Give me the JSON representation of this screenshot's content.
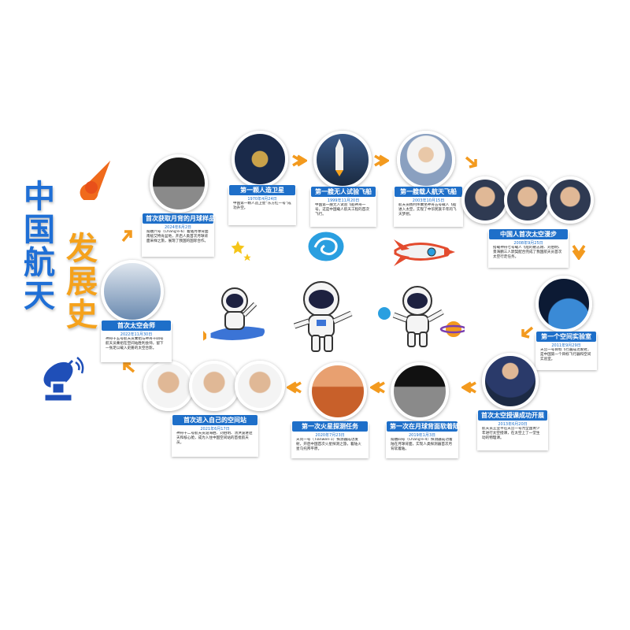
{
  "title": {
    "line1": [
      "中",
      "国",
      "航",
      "天"
    ],
    "line2": [
      "发",
      "展",
      "史"
    ]
  },
  "colors": {
    "title_blue": "#1f6fd6",
    "title_orange": "#f5a21c",
    "label_blue": "#1e6fc9",
    "arrow_orange": "#f39a1e"
  },
  "milestones": {
    "satellite": {
      "label": "第一颗人造卫星",
      "date": "1970年4月24日",
      "desc": "中国第一颗人造卫星“东方红一号”成功升空。"
    },
    "unmanned": {
      "label": "第一艘无人试验飞船",
      "date": "1999年11月20日",
      "desc": "中国第一艘无人试验飞船神舟一号，这是中国载人航天工程的首次飞行。"
    },
    "manned": {
      "label": "第一艘载人航天飞船",
      "date": "2003年10月15日",
      "desc": "航天员杨利伟乘坐神舟五号载人飞船进入太空，实现了中华民族千年的飞天梦想。"
    },
    "spacewalk": {
      "label": "中国人首次太空漫步",
      "date": "2008年9月25日",
      "desc": "搭载神舟七号载人飞船的翟志刚、刘伯明、景海鹏三人默契配合完成了我国航天员首次太空行走任务。"
    },
    "lab": {
      "label": "第一个空间实验室",
      "date": "2011年9月29日",
      "desc": "天宫一号目标飞行器成功发射，是中国第一个目标飞行器和空间实验室。"
    },
    "teaching": {
      "label": "首次太空授课成功开展",
      "date": "2013年6月20日",
      "desc": "航天员王亚平在天宫一号为全国青少年进行太空授课，在太空上了一堂生动的物理课。"
    },
    "farside": {
      "label": "第一次在月球背面软着陆",
      "date": "2019年1月3日",
      "desc": "嫦娥四号（Chang'e-4）探测器成功着陆在月球背面，实现人类探测器首次月背软着陆。"
    },
    "mars": {
      "label": "第一次火星探测任务",
      "date": "2020年7月23日",
      "desc": "天问一号（Tianwen-1）探测器成功发射，开启中国首次火星探测之旅，着陆火星乌托邦平原。"
    },
    "station": {
      "label": "首次进入自己的空间站",
      "date": "2021年6月17日",
      "desc": "神舟十二号航天员聂海胜、刘伯明、汤洪波进驻天和核心舱，成为入住中国空间站的首批航天员。"
    },
    "classroom": {
      "label": "首次太空会师",
      "date": "2022年11月30日",
      "desc": "神舟十五号航天员乘组与神舟十四号航天员乘组在空间站胜利会师，留下一张足以载入史册的太空合影。"
    },
    "sample": {
      "label": "首次获取月背的月球样品",
      "date": "2024年6月2日",
      "desc": "嫦娥六号（Chang'e-6）着陆月球背面南极艾特肯盆地，开启人类首次月球背面采样之旅，展现了我国的国际合作。"
    }
  }
}
